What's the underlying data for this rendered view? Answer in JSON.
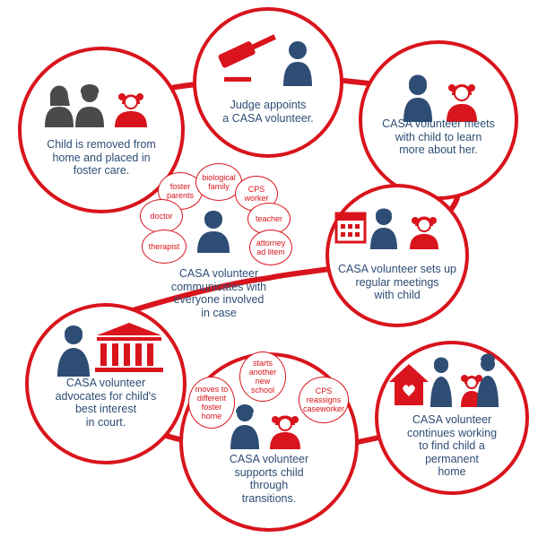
{
  "steps": {
    "s1": {
      "caption": "Child is removed from\nhome and placed in\nfoster care."
    },
    "s2": {
      "caption": "Judge appoints\na CASA volunteer."
    },
    "s3": {
      "caption": "CASA volunteer meets\nwith child to learn\nmore about her."
    },
    "s4": {
      "caption": "CASA volunteer sets up\nregular meetings\nwith child"
    },
    "s5": {
      "caption": "CASA volunteer\ncommunicates with\neveryone involved\nin case",
      "contacts": [
        "foster\nparents",
        "biological\nfamily",
        "CPS\nworker",
        "doctor",
        "teacher",
        "therapist",
        "attorney\nad litem"
      ]
    },
    "s6": {
      "caption": "CASA volunteer\nadvocates for child's\nbest interest\nin court."
    },
    "s7": {
      "caption": "CASA volunteer\nsupports child\nthrough\ntransitions.",
      "transitions": [
        "moves to\ndifferent\nfoster\nhome",
        "starts\nanother\nnew\nschool",
        "CPS\nreassigns\ncaseworker"
      ]
    },
    "s8": {
      "caption": "CASA volunteer\ncontinues working\nto find child a\npermanent\nhome"
    }
  },
  "colors": {
    "red": "#d9141c",
    "navy": "#2e4d75",
    "gray": "#4a4a4a",
    "white": "#ffffff"
  },
  "icons": [
    "person-icon",
    "child-icon",
    "gavel-icon",
    "calendar-icon",
    "courthouse-icon",
    "house-icon",
    "family-icon"
  ]
}
